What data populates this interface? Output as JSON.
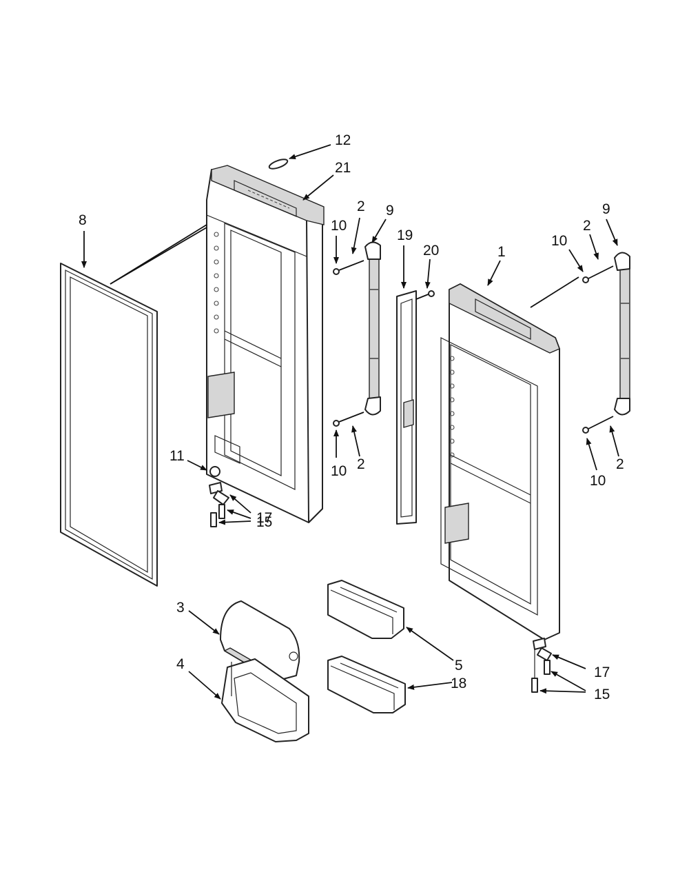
{
  "callouts": [
    {
      "id": "c12",
      "text": "12"
    },
    {
      "id": "c21",
      "text": "21"
    },
    {
      "id": "c8",
      "text": "8"
    },
    {
      "id": "c2a",
      "text": "2"
    },
    {
      "id": "c9a",
      "text": "9"
    },
    {
      "id": "c10a",
      "text": "10"
    },
    {
      "id": "c19",
      "text": "19"
    },
    {
      "id": "c20",
      "text": "20"
    },
    {
      "id": "c1",
      "text": "1"
    },
    {
      "id": "c9b",
      "text": "9"
    },
    {
      "id": "c2b",
      "text": "2"
    },
    {
      "id": "c10b",
      "text": "10"
    },
    {
      "id": "c10c",
      "text": "10"
    },
    {
      "id": "c2c",
      "text": "2"
    },
    {
      "id": "c11",
      "text": "11"
    },
    {
      "id": "c17a",
      "text": "17"
    },
    {
      "id": "c15a",
      "text": "15"
    },
    {
      "id": "c2d",
      "text": "2"
    },
    {
      "id": "c10d",
      "text": "10"
    },
    {
      "id": "c3",
      "text": "3"
    },
    {
      "id": "c4",
      "text": "4"
    },
    {
      "id": "c5",
      "text": "5"
    },
    {
      "id": "c18",
      "text": "18"
    },
    {
      "id": "c17b",
      "text": "17"
    },
    {
      "id": "c15b",
      "text": "15"
    }
  ]
}
